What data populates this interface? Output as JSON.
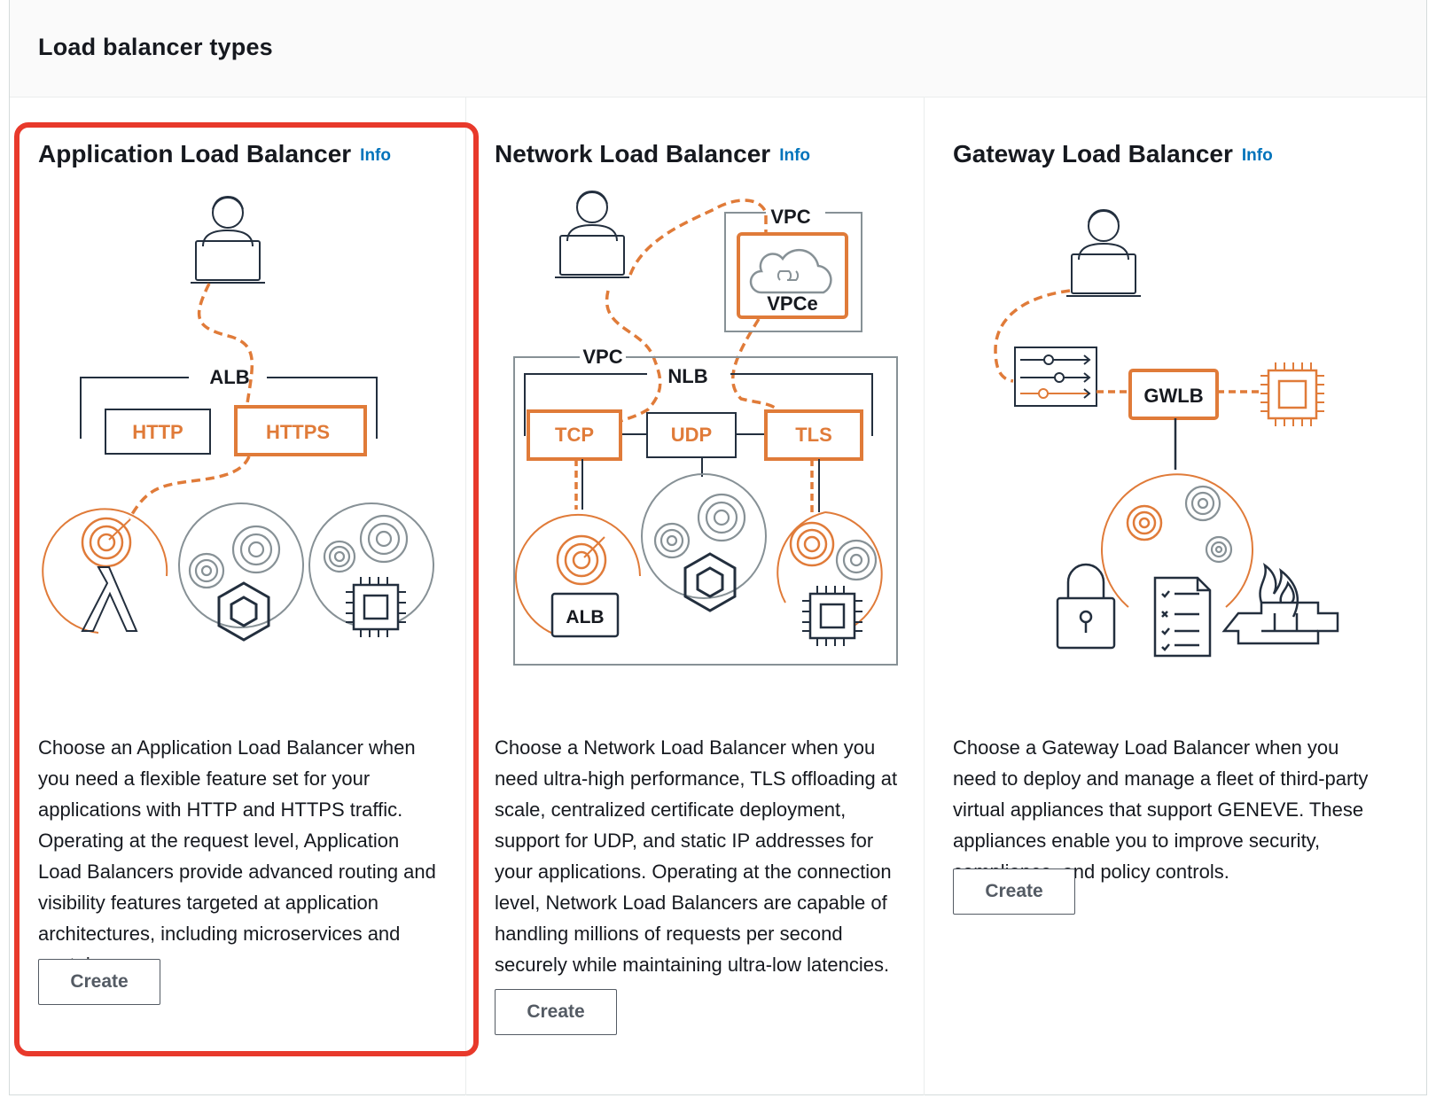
{
  "panel": {
    "title": "Load balancer types"
  },
  "cards": [
    {
      "title": "Application Load Balancer",
      "info": "Info",
      "description": "Choose an Application Load Balancer when you need a flexible feature set for your applications with HTTP and HTTPS traffic. Operating at the request level, Application Load Balancers provide advanced routing and visibility features targeted at application architectures, including microservices and containers.",
      "button": "Create",
      "selected": true,
      "diagram": {
        "group": "ALB",
        "listeners": [
          "HTTP",
          "HTTPS"
        ]
      }
    },
    {
      "title": "Network Load Balancer",
      "info": "Info",
      "description": "Choose a Network Load Balancer when you need ultra-high performance, TLS offloading at scale, centralized certificate deployment, support for UDP, and static IP addresses for your applications. Operating at the connection level, Network Load Balancers are capable of handling millions of requests per second securely while maintaining ultra-low latencies.",
      "button": "Create",
      "selected": false,
      "diagram": {
        "vpc_top": "VPC",
        "endpoint": "VPCe",
        "vpc_main": "VPC",
        "group": "NLB",
        "listeners": [
          "TCP",
          "UDP",
          "TLS"
        ],
        "target": "ALB"
      }
    },
    {
      "title": "Gateway Load Balancer",
      "info": "Info",
      "description": "Choose a Gateway Load Balancer when you need to deploy and manage a fleet of third-party virtual appliances that support GENEVE. These appliances enable you to improve security, compliance, and policy controls.",
      "button": "Create",
      "selected": false,
      "diagram": {
        "group": "GWLB"
      }
    }
  ],
  "colors": {
    "accent": "#e07b39",
    "selected": "#e8392b",
    "link": "#0073bb",
    "icon": "#232f3e",
    "gray": "#879196"
  }
}
